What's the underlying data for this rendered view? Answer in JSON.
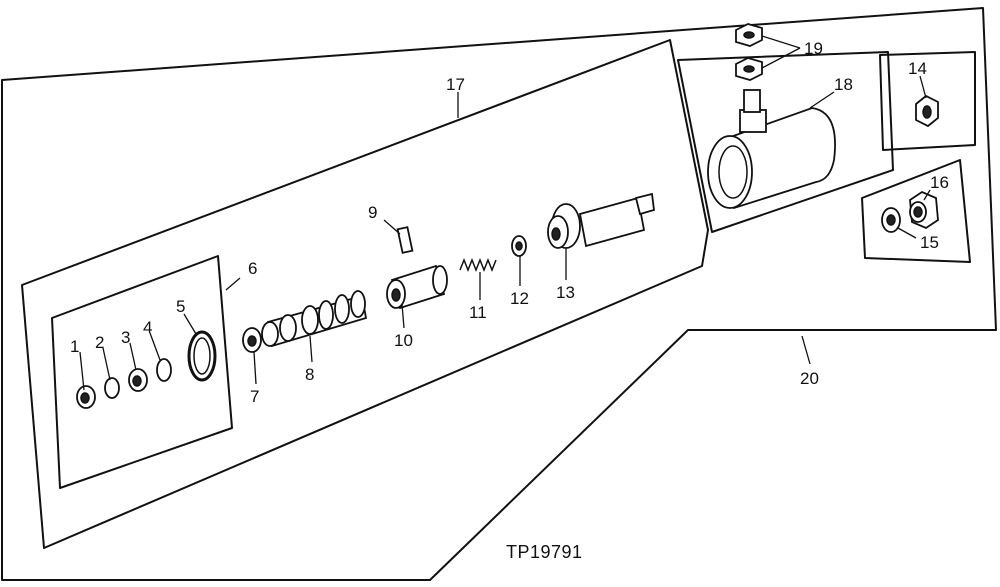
{
  "figure_code": "TP19791",
  "callouts": {
    "c1": "1",
    "c2": "2",
    "c3": "3",
    "c4": "4",
    "c5": "5",
    "c6": "6",
    "c7": "7",
    "c8": "8",
    "c9": "9",
    "c10": "10",
    "c11": "11",
    "c12": "12",
    "c13": "13",
    "c14": "14",
    "c15": "15",
    "c16": "16",
    "c17": "17",
    "c18": "18",
    "c19": "19",
    "c20": "20"
  }
}
